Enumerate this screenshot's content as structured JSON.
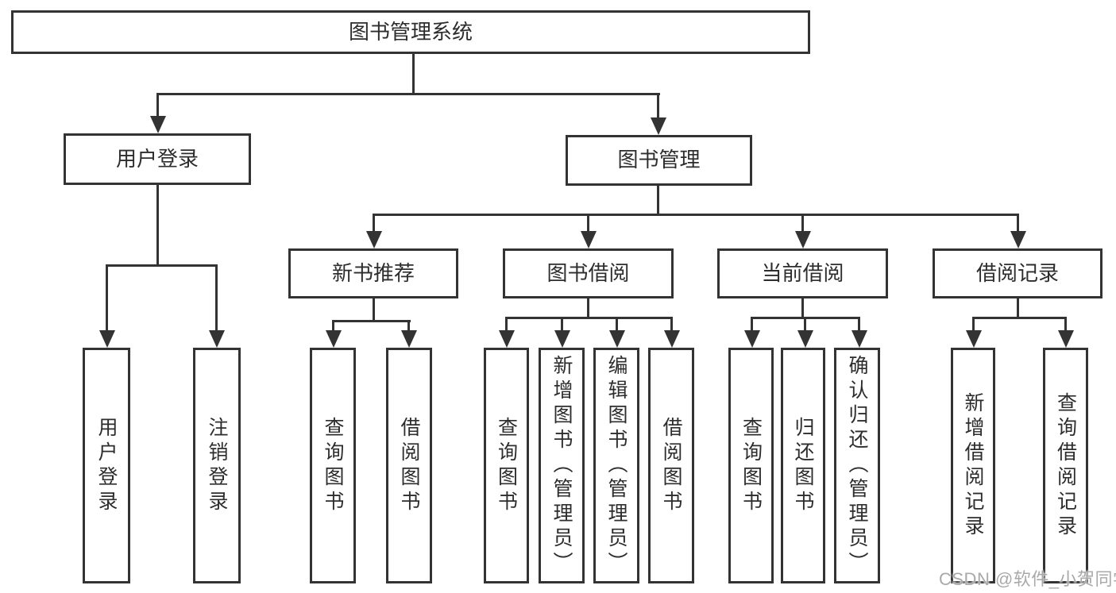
{
  "tree": {
    "root": "图书管理系统",
    "branches": [
      {
        "label": "用户登录",
        "children": [
          "用户登录",
          "注销登录"
        ]
      },
      {
        "label": "图书管理",
        "sections": [
          {
            "label": "新书推荐",
            "children": [
              "查询图书",
              "借阅图书"
            ]
          },
          {
            "label": "图书借阅",
            "children": [
              "查询图书",
              "新增图书（管理员）",
              "编辑图书（管理员）",
              "借阅图书"
            ]
          },
          {
            "label": "当前借阅",
            "children": [
              "查询图书",
              "归还图书",
              "确认归还（管理员）"
            ]
          },
          {
            "label": "借阅记录",
            "children": [
              "新增借阅记录",
              "查询借阅记录"
            ]
          }
        ]
      }
    ]
  },
  "watermark": {
    "text": "CSDN @软件_小贺同学"
  },
  "colors": {
    "line": "#333333",
    "box_border": "#333333",
    "text": "#2d2d2d",
    "watermark": "#a9a9a9",
    "background": "#ffffff"
  }
}
